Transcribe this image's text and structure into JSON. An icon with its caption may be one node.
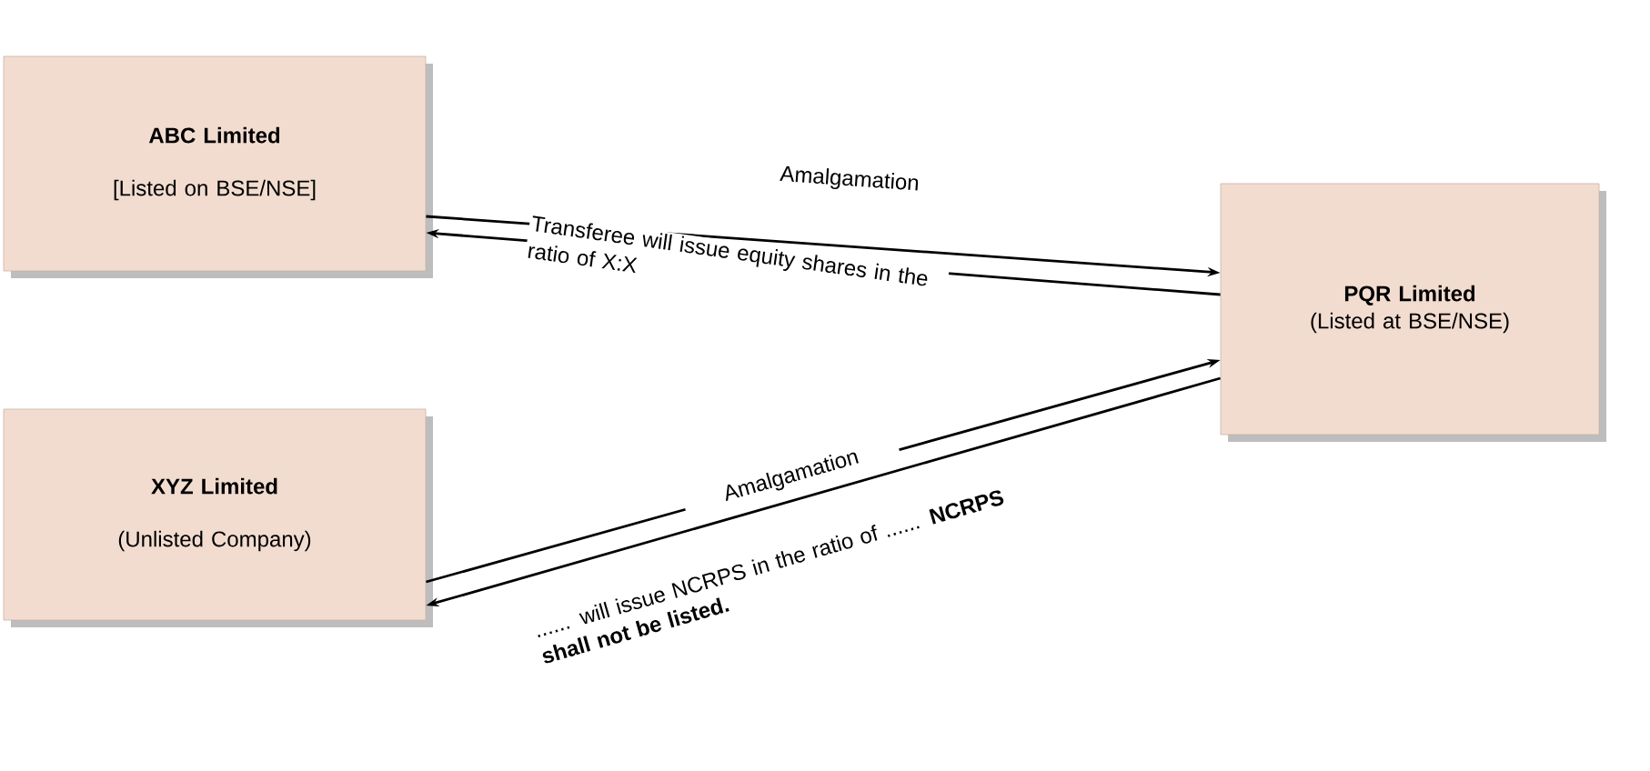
{
  "diagram": {
    "nodes": [
      {
        "text": [
          "ABC Limited",
          "[Listed on BSE/NSE]"
        ]
      },
      {
        "text": [
          "XYZ Limited",
          "(Unlisted Company)"
        ]
      },
      {
        "text": [
          "PQR Limited",
          "(Listed at BSE/NSE)"
        ]
      }
    ],
    "edges": [
      {
        "from": 0,
        "to": 2,
        "arrow": "to",
        "label": "Amalgamation"
      },
      {
        "from": 2,
        "to": 0,
        "arrow": "to",
        "label": "Transferee will issue equity shares in the ratio of X:X"
      },
      {
        "from": 1,
        "to": 2,
        "arrow": "to",
        "label": "Amalgamation"
      },
      {
        "from": 2,
        "to": 1,
        "arrow": "to",
        "label": "...... will issue NCRPS in the ratio of ...... **NCRPS shall not be listed.**"
      }
    ]
  }
}
